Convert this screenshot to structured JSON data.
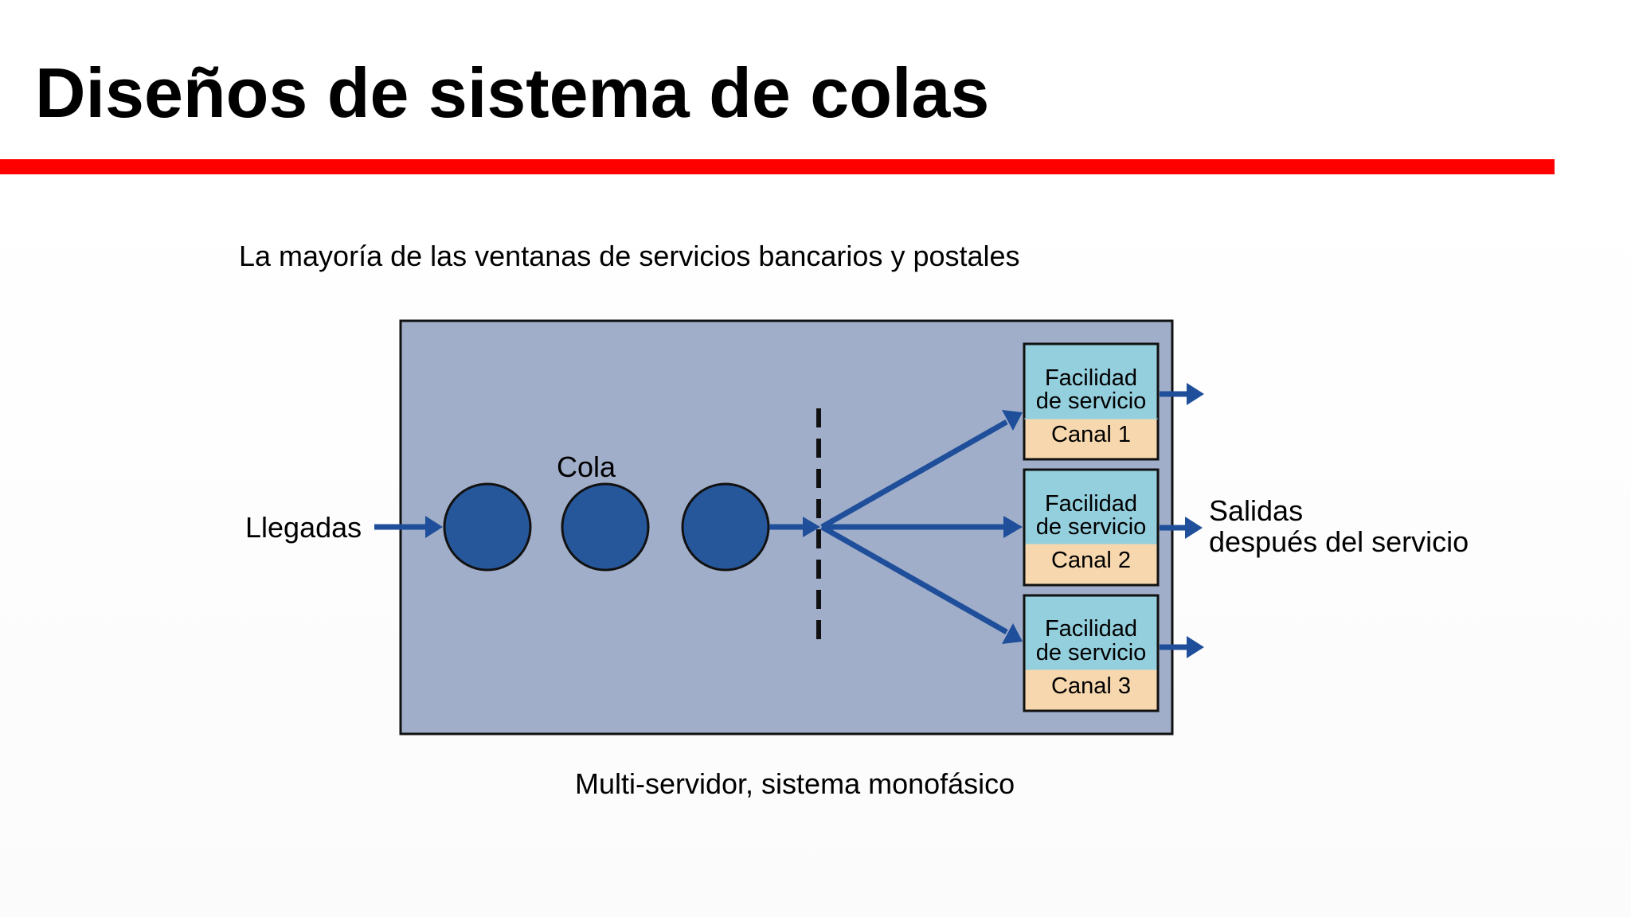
{
  "slide": {
    "title": "Diseños de sistema de colas",
    "colors": {
      "accent_rule": "#ff0000",
      "system_box": "#a0aec9",
      "customer": "#27579b",
      "arrow": "#1f4f9a",
      "facility_top": "#94cfde",
      "channel_bottom": "#f6d7ae"
    }
  },
  "diagram": {
    "top_caption": "La mayoría de las ventanas de servicios bancarios y postales",
    "bottom_caption": "Multi-servidor, sistema monofásico",
    "arrivals_label": "Llegadas",
    "queue_label": "Cola",
    "departures_label_line1": "Salidas",
    "departures_label_line2": "después del servicio",
    "facilities": [
      {
        "line1": "Facilidad",
        "line2": "de servicio",
        "channel": "Canal 1"
      },
      {
        "line1": "Facilidad",
        "line2": "de servicio",
        "channel": "Canal 2"
      },
      {
        "line1": "Facilidad",
        "line2": "de servicio",
        "channel": "Canal 3"
      }
    ]
  }
}
